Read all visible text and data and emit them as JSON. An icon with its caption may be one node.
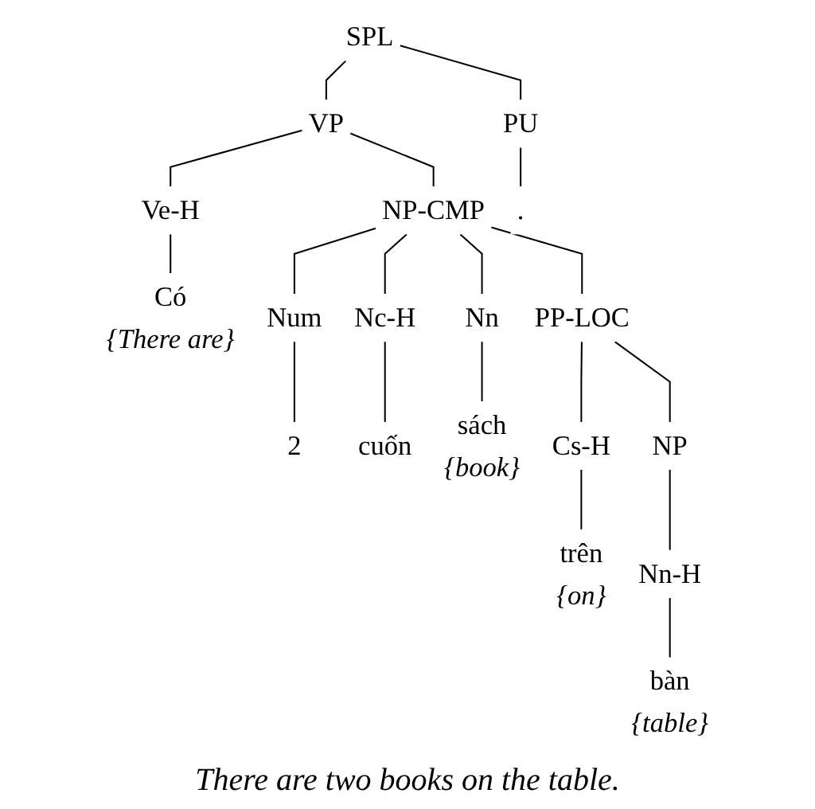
{
  "diagram": {
    "caption": "There are two books on the table.",
    "nodes": [
      {
        "text": [
          "SPL"
        ]
      },
      {
        "text": [
          "VP"
        ]
      },
      {
        "text": [
          "PU"
        ]
      },
      {
        "text": [
          "Ve-H"
        ]
      },
      {
        "text": [
          "NP-CMP"
        ]
      },
      {
        "text": [
          "."
        ]
      },
      {
        "text": [
          "Có",
          "{There are}"
        ]
      },
      {
        "text": [
          "Num"
        ]
      },
      {
        "text": [
          "Nc-H"
        ]
      },
      {
        "text": [
          "Nn"
        ]
      },
      {
        "text": [
          "PP-LOC"
        ]
      },
      {
        "text": [
          "2"
        ]
      },
      {
        "text": [
          "cuốn"
        ]
      },
      {
        "text": [
          "sách",
          "{book}"
        ]
      },
      {
        "text": [
          "Cs-H"
        ]
      },
      {
        "text": [
          "NP"
        ]
      },
      {
        "text": [
          "trên",
          "{on}"
        ]
      },
      {
        "text": [
          "Nn-H"
        ]
      },
      {
        "text": [
          "bàn",
          "{table}"
        ]
      }
    ],
    "edges": [
      {
        "from": 0,
        "to": 1,
        "arrow": "none"
      },
      {
        "from": 0,
        "to": 2,
        "arrow": "none"
      },
      {
        "from": 1,
        "to": 3,
        "arrow": "none"
      },
      {
        "from": 1,
        "to": 4,
        "arrow": "none"
      },
      {
        "from": 2,
        "to": 5,
        "arrow": "none"
      },
      {
        "from": 3,
        "to": 6,
        "arrow": "none"
      },
      {
        "from": 4,
        "to": 7,
        "arrow": "none"
      },
      {
        "from": 4,
        "to": 8,
        "arrow": "none"
      },
      {
        "from": 4,
        "to": 9,
        "arrow": "none"
      },
      {
        "from": 4,
        "to": 10,
        "arrow": "none"
      },
      {
        "from": 7,
        "to": 11,
        "arrow": "none"
      },
      {
        "from": 8,
        "to": 12,
        "arrow": "none"
      },
      {
        "from": 9,
        "to": 13,
        "arrow": "none"
      },
      {
        "from": 10,
        "to": 14,
        "arrow": "none"
      },
      {
        "from": 10,
        "to": 15,
        "arrow": "none"
      },
      {
        "from": 14,
        "to": 16,
        "arrow": "none"
      },
      {
        "from": 15,
        "to": 17,
        "arrow": "none"
      },
      {
        "from": 17,
        "to": 18,
        "arrow": "none"
      }
    ]
  }
}
